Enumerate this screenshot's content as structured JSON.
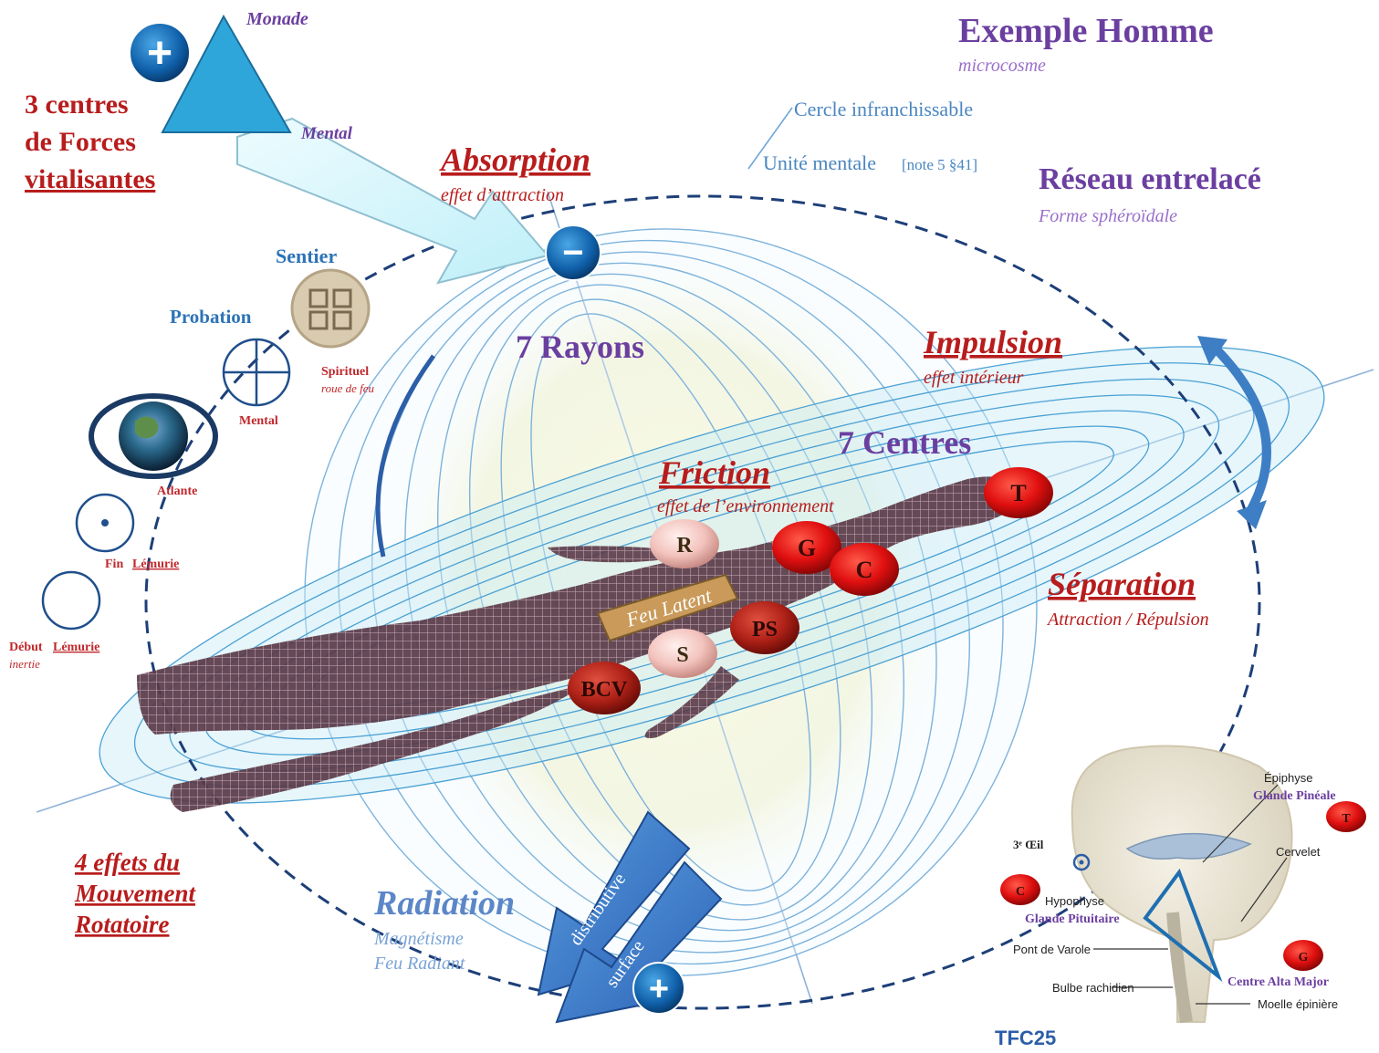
{
  "header": {
    "title": "Exemple Homme",
    "subtitle": "microcosme"
  },
  "triangle": {
    "top_label": "Monade",
    "right_label": "Mental",
    "plus_symbol": "+"
  },
  "forces": {
    "line1": "3 centres",
    "line2": "de Forces",
    "line3": "vitalisantes"
  },
  "notes": {
    "cercle": "Cercle infranchissable",
    "unite": "Unité mentale",
    "unite_ref": "[note 5 §41]"
  },
  "reseau": {
    "title": "Réseau entrelacé",
    "subtitle": "Forme sphéroïdale"
  },
  "absorption": {
    "title": "Absorption",
    "subtitle": "effet d’attraction"
  },
  "impulsion": {
    "title": "Impulsion",
    "subtitle": "effet intérieur"
  },
  "friction": {
    "title": "Friction",
    "subtitle": "effet de l’environnement"
  },
  "separation": {
    "title": "Séparation",
    "subtitle": "Attraction / Répulsion"
  },
  "radiation": {
    "title": "Radiation",
    "line1": "Magnétisme",
    "line2": "Feu Radiant"
  },
  "effets": {
    "line1": "4 effets du",
    "line2": "Mouvement",
    "line3": "Rotatoire"
  },
  "rayons": "7 Rayons",
  "centres_label": "7 Centres",
  "path": {
    "sentier": "Sentier",
    "probation": "Probation",
    "spirituel": "Spirituel",
    "roue": "roue de feu",
    "mental": "Mental",
    "atlante": "Atlante",
    "fin_prefix": "Fin ",
    "fin_lemurie": "Lémurie",
    "debut_prefix": "Début ",
    "debut_lemurie": "Lémurie",
    "inertie": "inertie"
  },
  "centres": {
    "t": "T",
    "g": "G",
    "c": "C",
    "r": "R",
    "ps": "PS",
    "s": "S",
    "bcv": "BCV"
  },
  "feu_latent": "Feu Latent",
  "arrow": {
    "distributive": "distributive",
    "surface": "surface"
  },
  "poles": {
    "minus": "−",
    "plus": "+"
  },
  "brain": {
    "epiphyse": "Épiphyse",
    "pineale": "Glande Pinéale",
    "cervelet": "Cervelet",
    "oeil": "3ᵉ Œil",
    "hypophyse": "Hypophyse",
    "pituitaire": "Glande Pituitaire",
    "pont": "Pont de Varole",
    "bulbe": "Bulbe rachidien",
    "alta": "Centre Alta Major",
    "moelle": "Moelle épinière",
    "badge_t": "T",
    "badge_c": "C",
    "badge_g": "G"
  },
  "footer": "TFC25",
  "colors": {
    "red": "#b81c1c",
    "purple": "#6b3fa0",
    "blue": "#2c73b8",
    "light_blue": "#6ea6d8",
    "dark_blue": "#1d3f78"
  }
}
